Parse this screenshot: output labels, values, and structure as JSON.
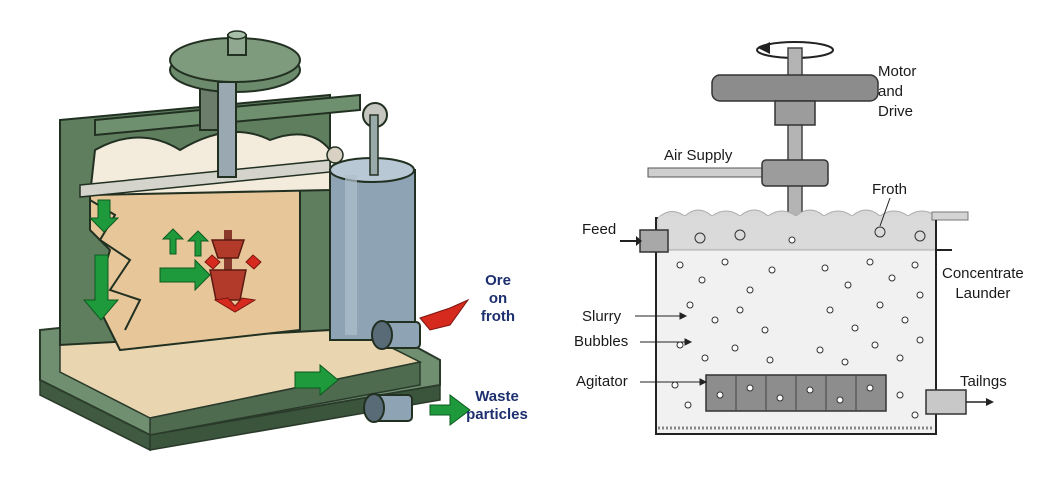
{
  "left_panel": {
    "labels": {
      "ore_on_froth": [
        "Ore",
        "on",
        "froth"
      ],
      "waste_particles": [
        "Waste",
        "particles"
      ]
    },
    "colors": {
      "cell_green": "#5e7e5e",
      "inner_orange": "#e7c79a",
      "froth_cream": "#f3ecdc",
      "pipe_blue": "#8ea3b4",
      "arrow_green": "#1e9a3c",
      "arrow_red": "#d62a1e"
    }
  },
  "right_panel": {
    "labels": {
      "motor_and_drive": [
        "Motor",
        "and",
        "Drive"
      ],
      "air_supply": "Air Supply",
      "froth": "Froth",
      "feed": "Feed",
      "concentrate_launder": [
        "Concentrate",
        "Launder"
      ],
      "slurry": "Slurry",
      "bubbles": "Bubbles",
      "agitator": "Agitator",
      "tailings": "Tailngs"
    }
  }
}
